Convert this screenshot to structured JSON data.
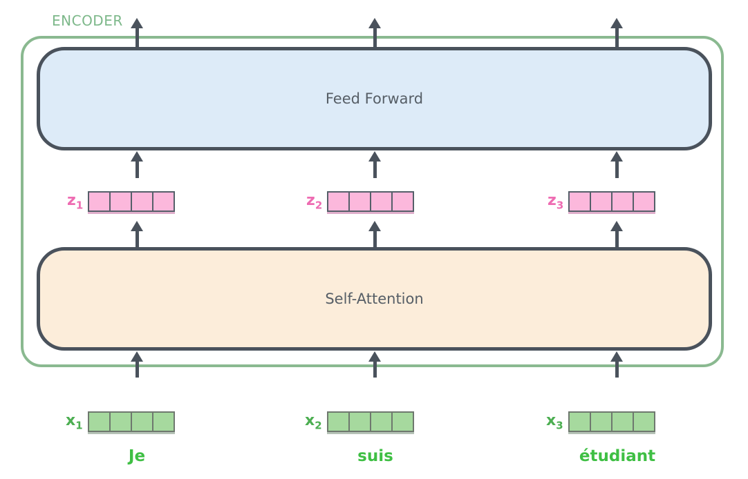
{
  "diagram": {
    "title": "ENCODER",
    "blocks": {
      "feed_forward": "Feed Forward",
      "self_attention": "Self-Attention"
    },
    "z_vectors": [
      {
        "label": "z",
        "sub": "1",
        "cells": 4
      },
      {
        "label": "z",
        "sub": "2",
        "cells": 4
      },
      {
        "label": "z",
        "sub": "3",
        "cells": 4
      }
    ],
    "x_vectors": [
      {
        "label": "x",
        "sub": "1",
        "cells": 4
      },
      {
        "label": "x",
        "sub": "2",
        "cells": 4
      },
      {
        "label": "x",
        "sub": "3",
        "cells": 4
      }
    ],
    "words": [
      "Je",
      "suis",
      "étudiant"
    ],
    "icons": {
      "arrow": "arrow-up-icon"
    },
    "colors": {
      "encoder_border": "#8ab990",
      "encoder_label": "#7db88a",
      "block_border": "#4a525c",
      "feed_forward_fill": "#ddebf8",
      "self_attention_fill": "#fcedda",
      "block_text": "#565e66",
      "z_cell_fill": "#fcb8dc",
      "z_label": "#ee6cb2",
      "x_cell_fill": "#a6d99e",
      "x_label": "#4cae51",
      "word_text": "#3fbf44",
      "arrow": "#4a525c"
    }
  }
}
